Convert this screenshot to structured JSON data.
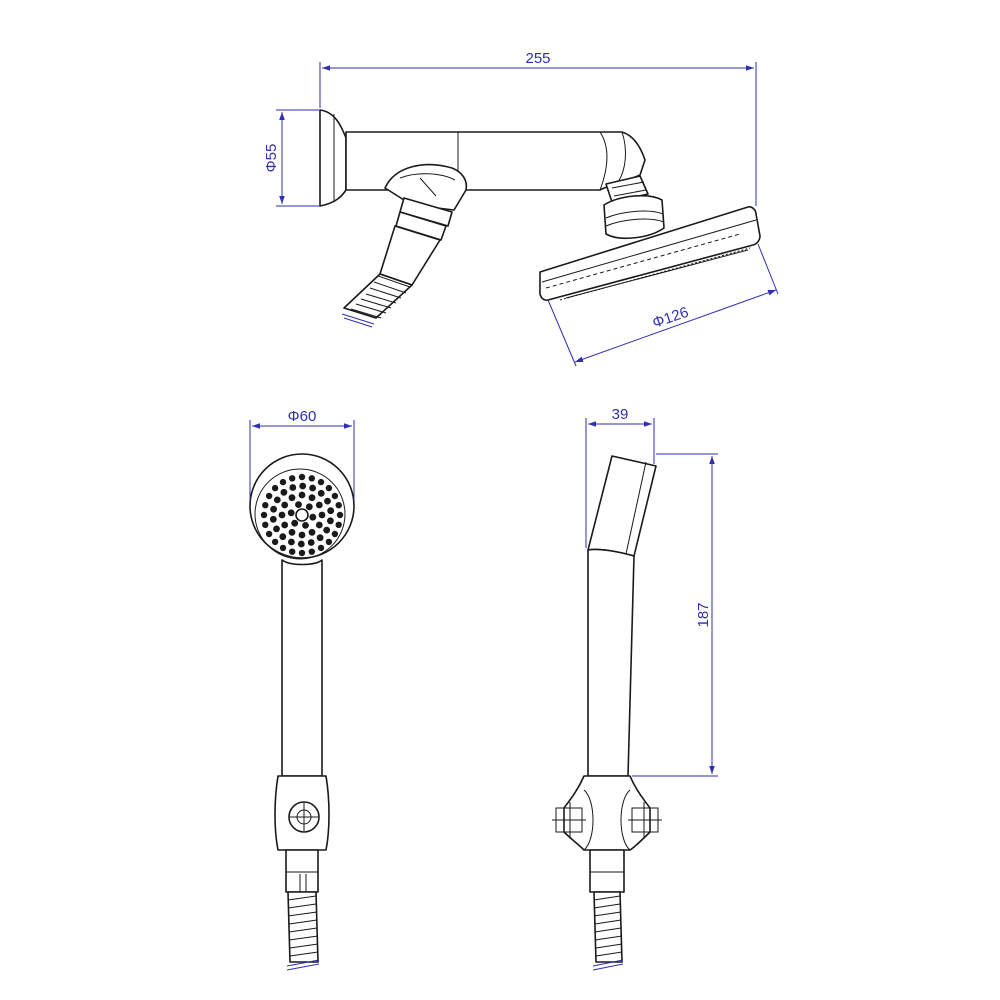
{
  "colors": {
    "dimension": "#2f2fb0",
    "outline": "#1a1a1a",
    "background": "#ffffff"
  },
  "dimensions": {
    "arm_length": "255",
    "flange_diameter": "Φ55",
    "head_diameter": "Φ126",
    "hand_head_diameter": "Φ60",
    "hand_head_depth": "39",
    "hand_length": "187"
  }
}
